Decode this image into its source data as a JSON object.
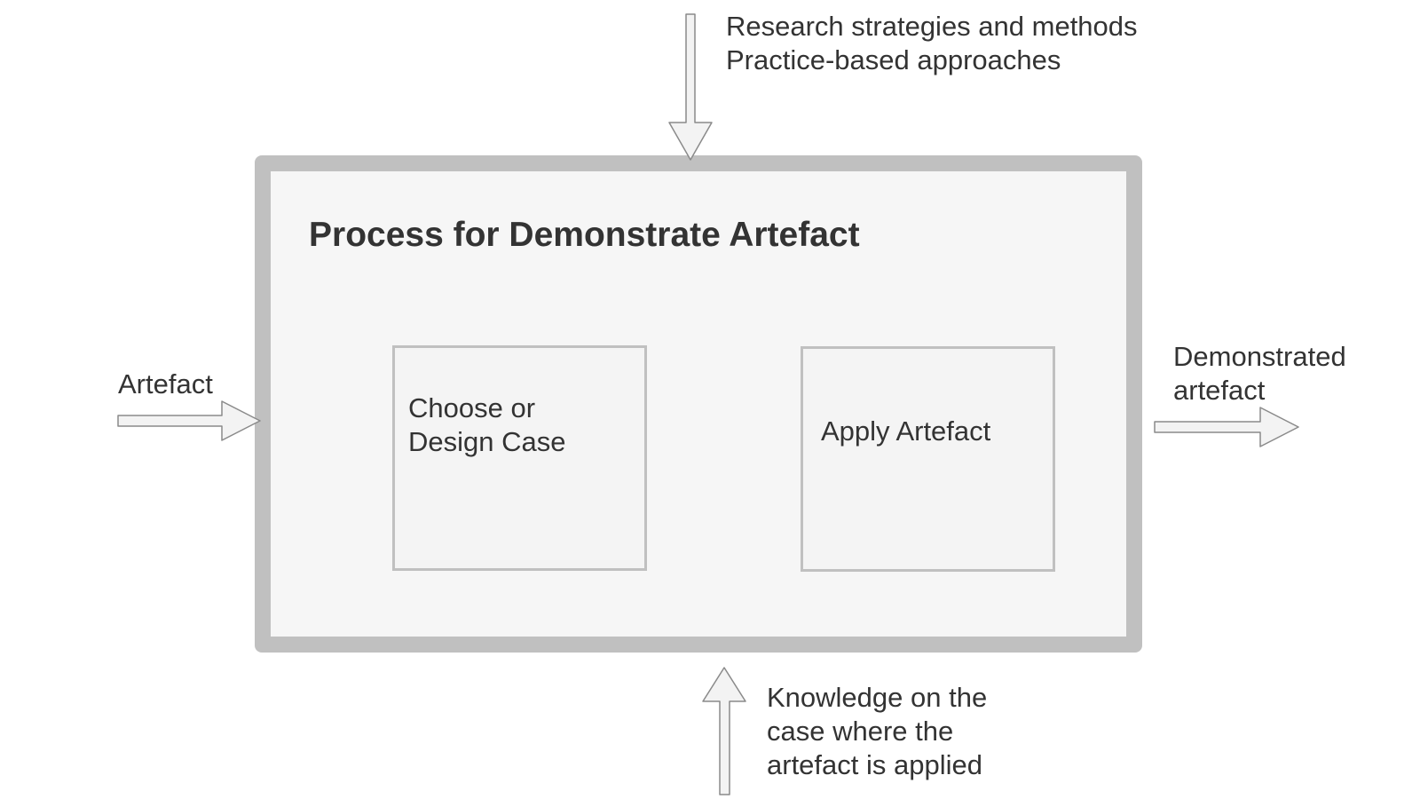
{
  "diagram": {
    "title": "Process for Demonstrate Artefact",
    "steps": [
      {
        "label_line1": "Choose or",
        "label_line2": "Design Case"
      },
      {
        "label": "Apply Artefact"
      }
    ],
    "controls": {
      "line1": "Research strategies and methods",
      "line2": "Practice-based approaches"
    },
    "input": {
      "label": "Artefact"
    },
    "output": {
      "line1": "Demonstrated",
      "line2": "artefact"
    },
    "mechanism": {
      "line1": "Knowledge on the",
      "line2": "case where the",
      "line3": "artefact is applied"
    }
  }
}
